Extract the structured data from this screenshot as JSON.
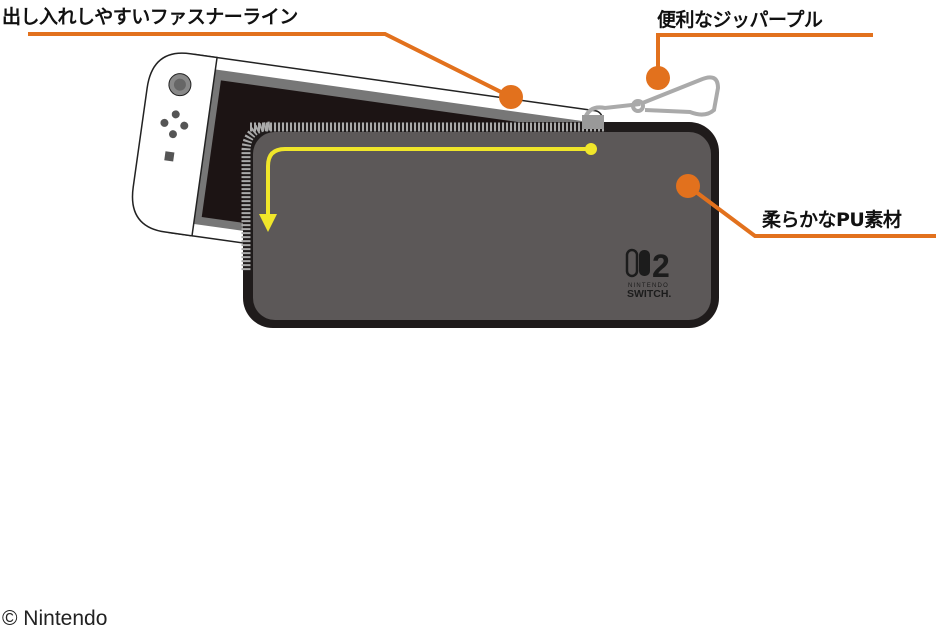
{
  "callouts": {
    "zipper_line": "出し入れしやすいファスナーライン",
    "zipper_pull": "便利なジッパープル",
    "pu_material": "柔らかなPU素材"
  },
  "logo": {
    "number": "2",
    "line1": "NINTENDO",
    "line2": "SWITCH."
  },
  "copyright": "© Nintendo",
  "colors": {
    "accent": "#e2711d",
    "pouch": "#5c5858",
    "pouch_border": "#1f1b1b",
    "arrow": "#f0e62a"
  }
}
